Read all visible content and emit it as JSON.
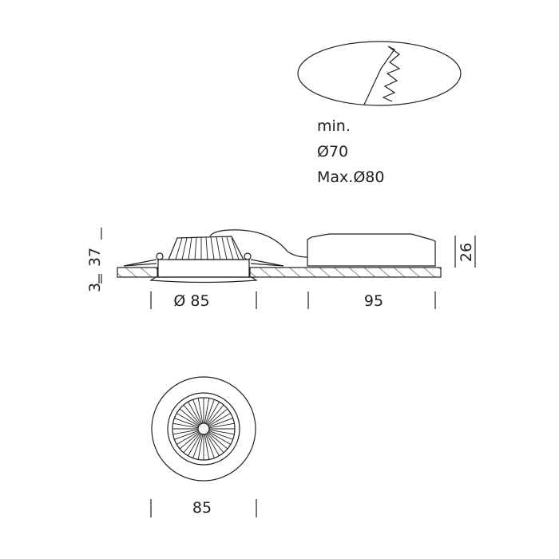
{
  "cutout_note": {
    "line1": "min.",
    "line2": "Ø70",
    "line3": "Max.Ø80"
  },
  "dimensions": {
    "height_total": "37",
    "height_bezel": "3",
    "diameter_side": "Ø 85",
    "driver_length": "95",
    "driver_height": "26",
    "diameter_bottom": "85"
  },
  "colors": {
    "line": "#231f20",
    "background": "#ffffff"
  }
}
